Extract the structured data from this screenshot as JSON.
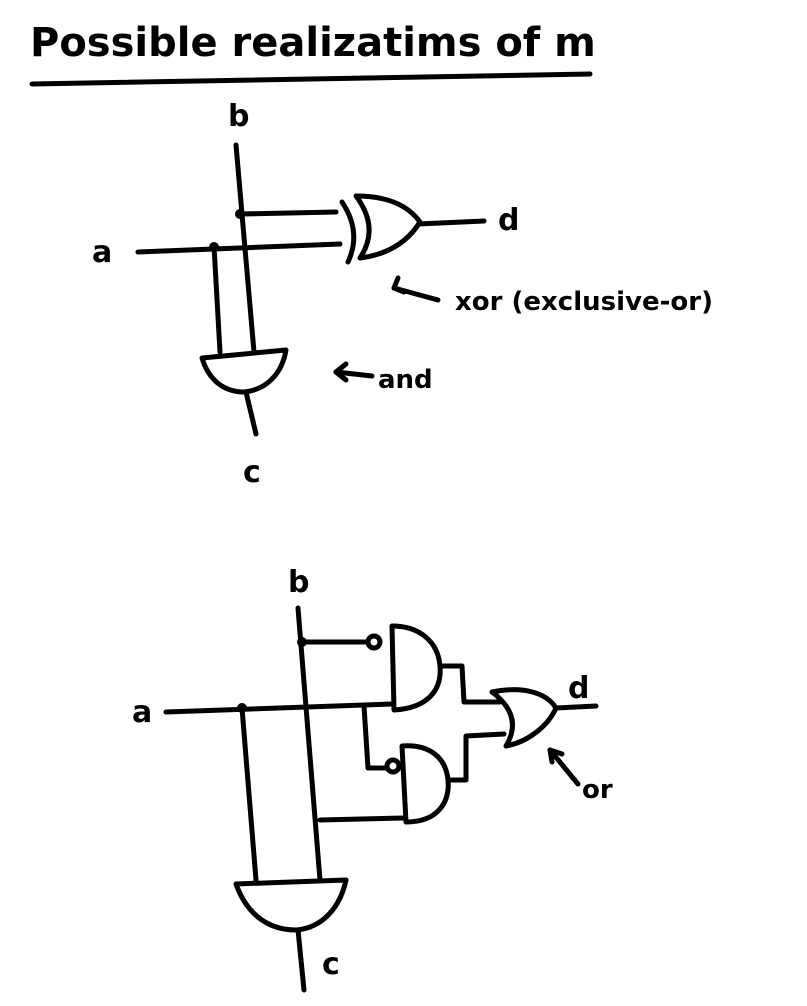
{
  "title": "Possible realizatims of m",
  "top_circuit": {
    "input_a": "a",
    "input_b": "b",
    "output_c": "c",
    "output_d": "d",
    "xor_label": "xor (exclusive-or)",
    "and_label": "and"
  },
  "bottom_circuit": {
    "input_a": "a",
    "input_b": "b",
    "output_c": "c",
    "output_d": "d",
    "or_label": "or"
  }
}
